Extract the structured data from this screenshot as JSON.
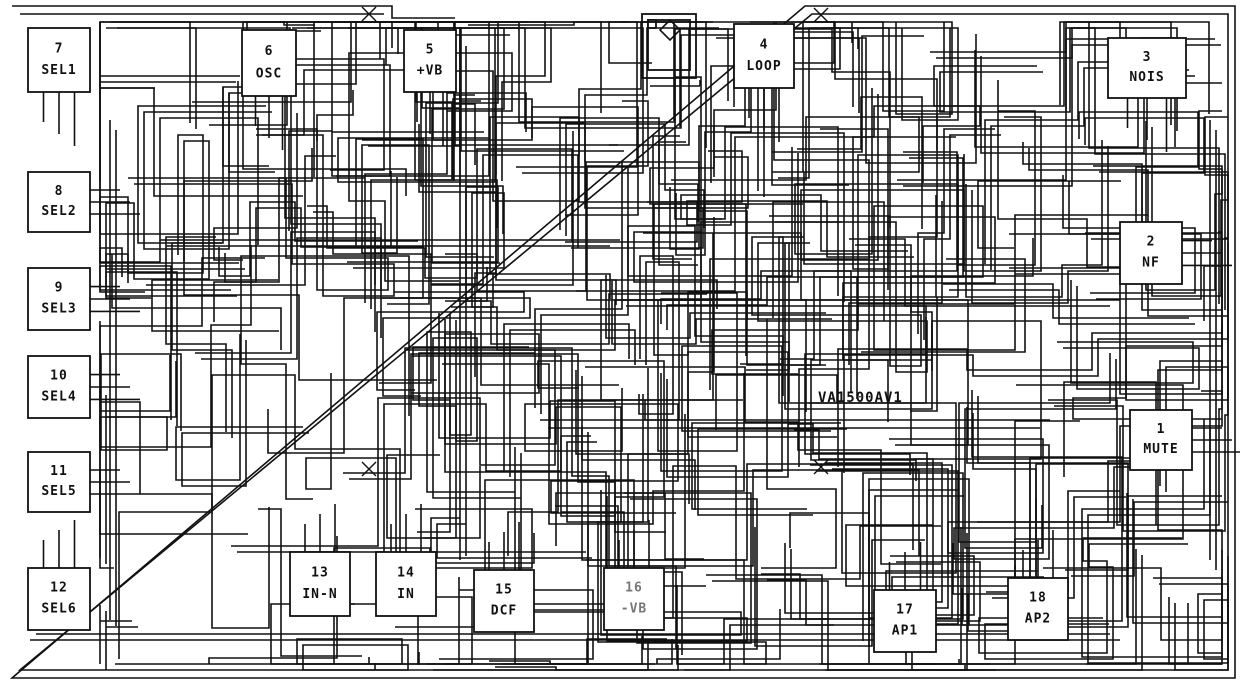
{
  "die_name": "VA1500AV1",
  "pads": [
    {
      "id": "pad-7",
      "number": "7",
      "name": "SEL1"
    },
    {
      "id": "pad-8",
      "number": "8",
      "name": "SEL2"
    },
    {
      "id": "pad-9",
      "number": "9",
      "name": "SEL3"
    },
    {
      "id": "pad-10",
      "number": "10",
      "name": "SEL4"
    },
    {
      "id": "pad-11",
      "number": "11",
      "name": "SEL5"
    },
    {
      "id": "pad-12",
      "number": "12",
      "name": "SEL6"
    },
    {
      "id": "pad-6",
      "number": "6",
      "name": "OSC"
    },
    {
      "id": "pad-5",
      "number": "5",
      "name": "+VB"
    },
    {
      "id": "pad-4",
      "number": "4",
      "name": "LOOP"
    },
    {
      "id": "pad-3",
      "number": "3",
      "name": "NOIS"
    },
    {
      "id": "pad-2",
      "number": "2",
      "name": "NF"
    },
    {
      "id": "pad-1",
      "number": "1",
      "name": "MUTE"
    },
    {
      "id": "pad-13",
      "number": "13",
      "name": "IN-N"
    },
    {
      "id": "pad-14",
      "number": "14",
      "name": "IN"
    },
    {
      "id": "pad-15",
      "number": "15",
      "name": "DCF"
    },
    {
      "id": "pad-16",
      "number": "16",
      "name": "-VB"
    },
    {
      "id": "pad-17",
      "number": "17",
      "name": "AP1"
    },
    {
      "id": "pad-18",
      "number": "18",
      "name": "AP2"
    }
  ],
  "colors": {
    "ink": "#111111",
    "paper": "#ffffff",
    "faded": "#777777"
  }
}
